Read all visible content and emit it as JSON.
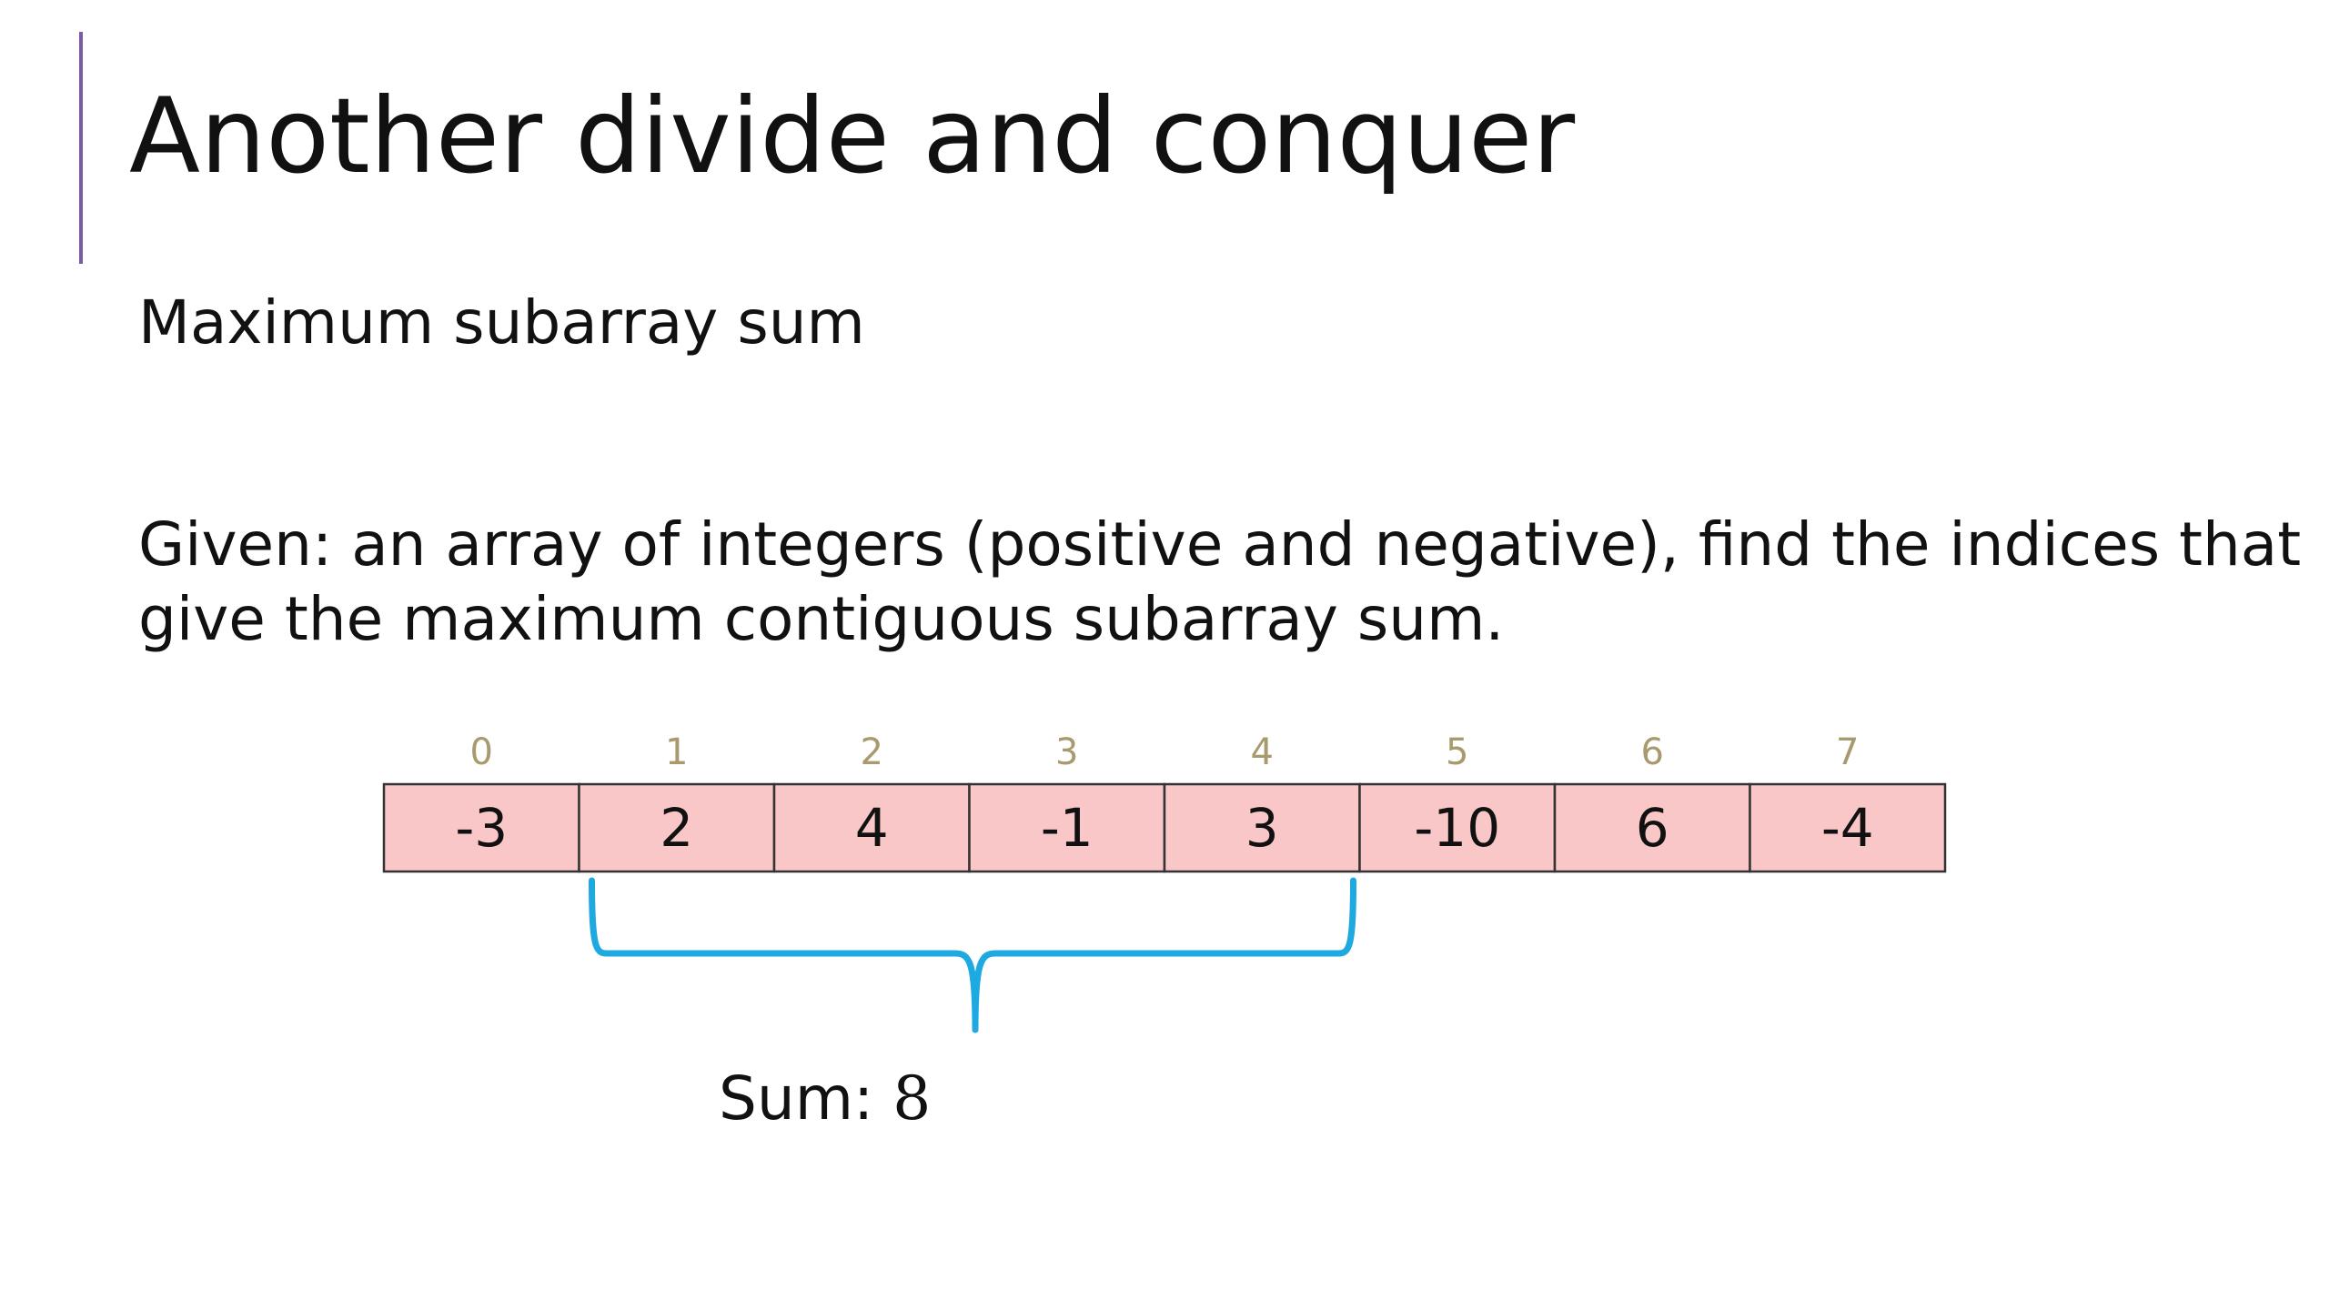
{
  "slide": {
    "title": "Another divide and conquer",
    "subtitle": "Maximum subarray sum",
    "description": "Given: an array of integers (positive and negative), find the indices that give the maximum contiguous subarray sum."
  },
  "array": {
    "indices": [
      "0",
      "1",
      "2",
      "3",
      "4",
      "5",
      "6",
      "7"
    ],
    "values": [
      "-3",
      "2",
      "4",
      "-1",
      "3",
      "-10",
      "6",
      "-4"
    ],
    "highlight_range": [
      1,
      4
    ]
  },
  "sum": {
    "label": "Sum:",
    "value": "8"
  },
  "colors": {
    "accent_bar": "#7b5aa6",
    "cell_fill": "#f9c7c7",
    "cell_border": "#333333",
    "index_text": "#a89a6e",
    "brace": "#1fa9e1"
  }
}
